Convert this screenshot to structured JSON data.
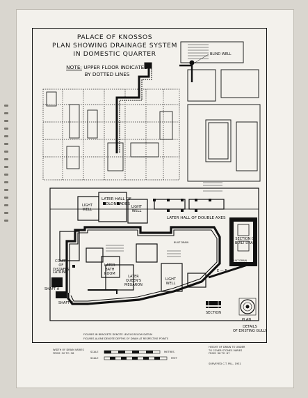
{
  "title": {
    "line1": "PALACE OF KNOSSOS",
    "line2": "PLAN SHOWING DRAINAGE SYSTEM",
    "line3": "IN DOMESTIC QUARTER"
  },
  "note": {
    "prefix": "NOTE:",
    "text_line1": "UPPER FLOOR INDICATED",
    "text_line2": "BY DOTTED LINES"
  },
  "labels": {
    "blind_well": "BLIND WELL",
    "later_hall_colonnades": [
      "LATER HALL OF",
      "COLONNADES"
    ],
    "light_well_1": [
      "LIGHT",
      "WELL"
    ],
    "light_well_2": [
      "LIGHT",
      "WELL"
    ],
    "light_well_3": [
      "LIGHT",
      "WELL"
    ],
    "later_hall_double_axes": "LATER HALL OF DOUBLE AXES",
    "court_of_distaffs": [
      "COURT",
      "OF",
      "DISTAFFS"
    ],
    "later_bath_room": [
      "LATER",
      "BATH",
      "ROOM"
    ],
    "later_queens_megaron": [
      "LATER",
      "QUEEN'S",
      "MEGARON"
    ],
    "section_of_built_drain": [
      "SECTION OF",
      "BUILT DRAIN"
    ],
    "built_drain": "BUILT DRAIN",
    "section": "SECTION",
    "plan": "PLAN",
    "details": [
      "DETAILS",
      "OF EXISTING GULLY"
    ],
    "latrine": "LATRINE",
    "shaft_a": "SHAFT A",
    "shaft_b": "SHAFT B",
    "e_e": "E — E"
  },
  "footer": {
    "figures_line1": "FIGURES IN BRACKETS DENOTE LEVELS BELOW DATUM",
    "figures_line2": "FIGURES ALONE DENOTE DEPTHS OF DRAIN AT RESPECTIVE POINTS",
    "width_of_drain": [
      "WIDTH OF DRAIN VARIES",
      "FROM ·30 TO ·38"
    ],
    "height_of_drain": [
      "HEIGHT OF DRAIN TO UNDER",
      "TO COVER STONES VARIES",
      "FROM ·38 TO ·87"
    ],
    "scale_label": "SCALE",
    "metres": "METRES",
    "feet": "FEET",
    "survey_credit": "SURVEYED C.T. PILL. 1931"
  },
  "colors": {
    "ink": "#111111",
    "paper": "#f3f1ec",
    "background": "#d9d6cf"
  }
}
